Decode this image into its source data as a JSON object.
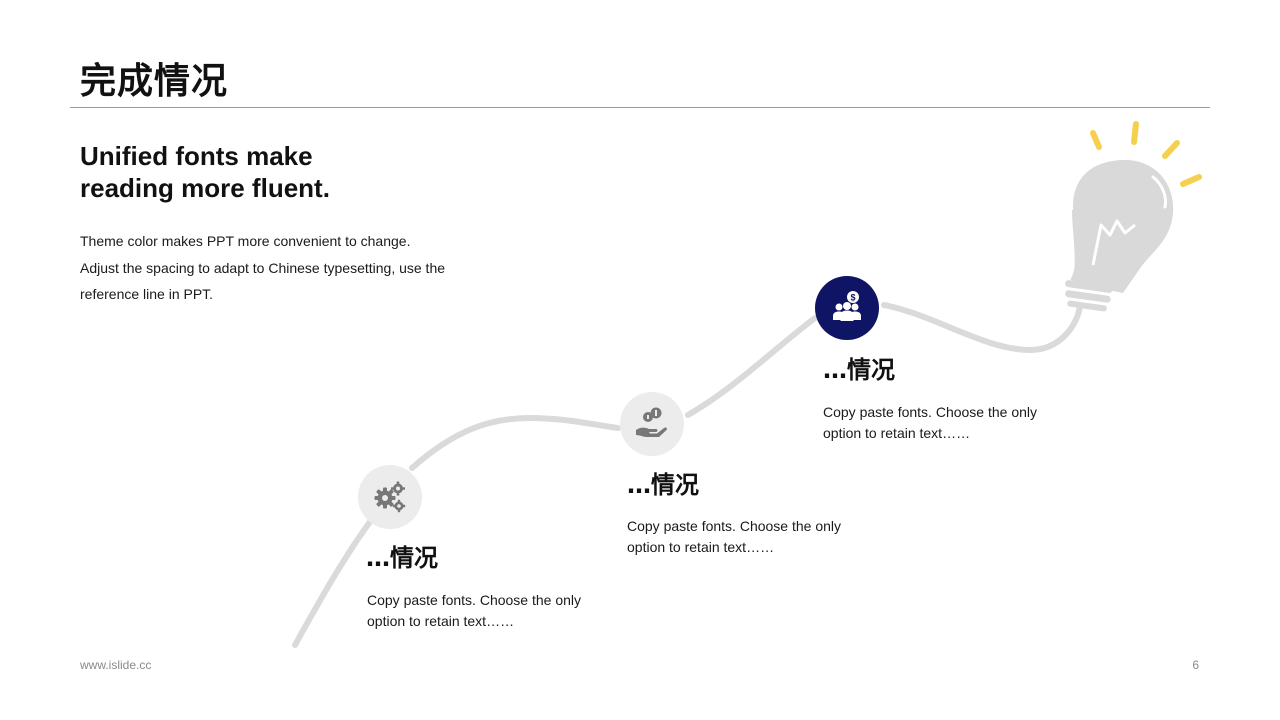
{
  "title": "完成情况",
  "headline": {
    "line1": "Unified fonts make",
    "line2": "reading more fluent."
  },
  "body": {
    "line1": "Theme color makes PPT more convenient  to change.",
    "line2": "Adjust the spacing to adapt to Chinese typesetting, use the",
    "line3": "reference line in PPT."
  },
  "steps": [
    {
      "heading": "…情况",
      "desc_line1": "Copy paste fonts. Choose the only",
      "desc_line2": "option to retain text……",
      "icon": "gears-icon"
    },
    {
      "heading": "…情况",
      "desc_line1": "Copy paste fonts. Choose the only",
      "desc_line2": "option to retain text……",
      "icon": "hand-coins-icon"
    },
    {
      "heading": "…情况",
      "desc_line1": "Copy paste fonts. Choose the only",
      "desc_line2": "option to retain text……",
      "icon": "team-money-icon"
    }
  ],
  "footer": {
    "url": "www.islide.cc",
    "page": "6"
  },
  "colors": {
    "accent": "#0f1464",
    "path": "#dadada",
    "icon_gray": "#777777",
    "bulb_gray": "#d9d9d9",
    "bulb_rays": "#f6d04d"
  }
}
